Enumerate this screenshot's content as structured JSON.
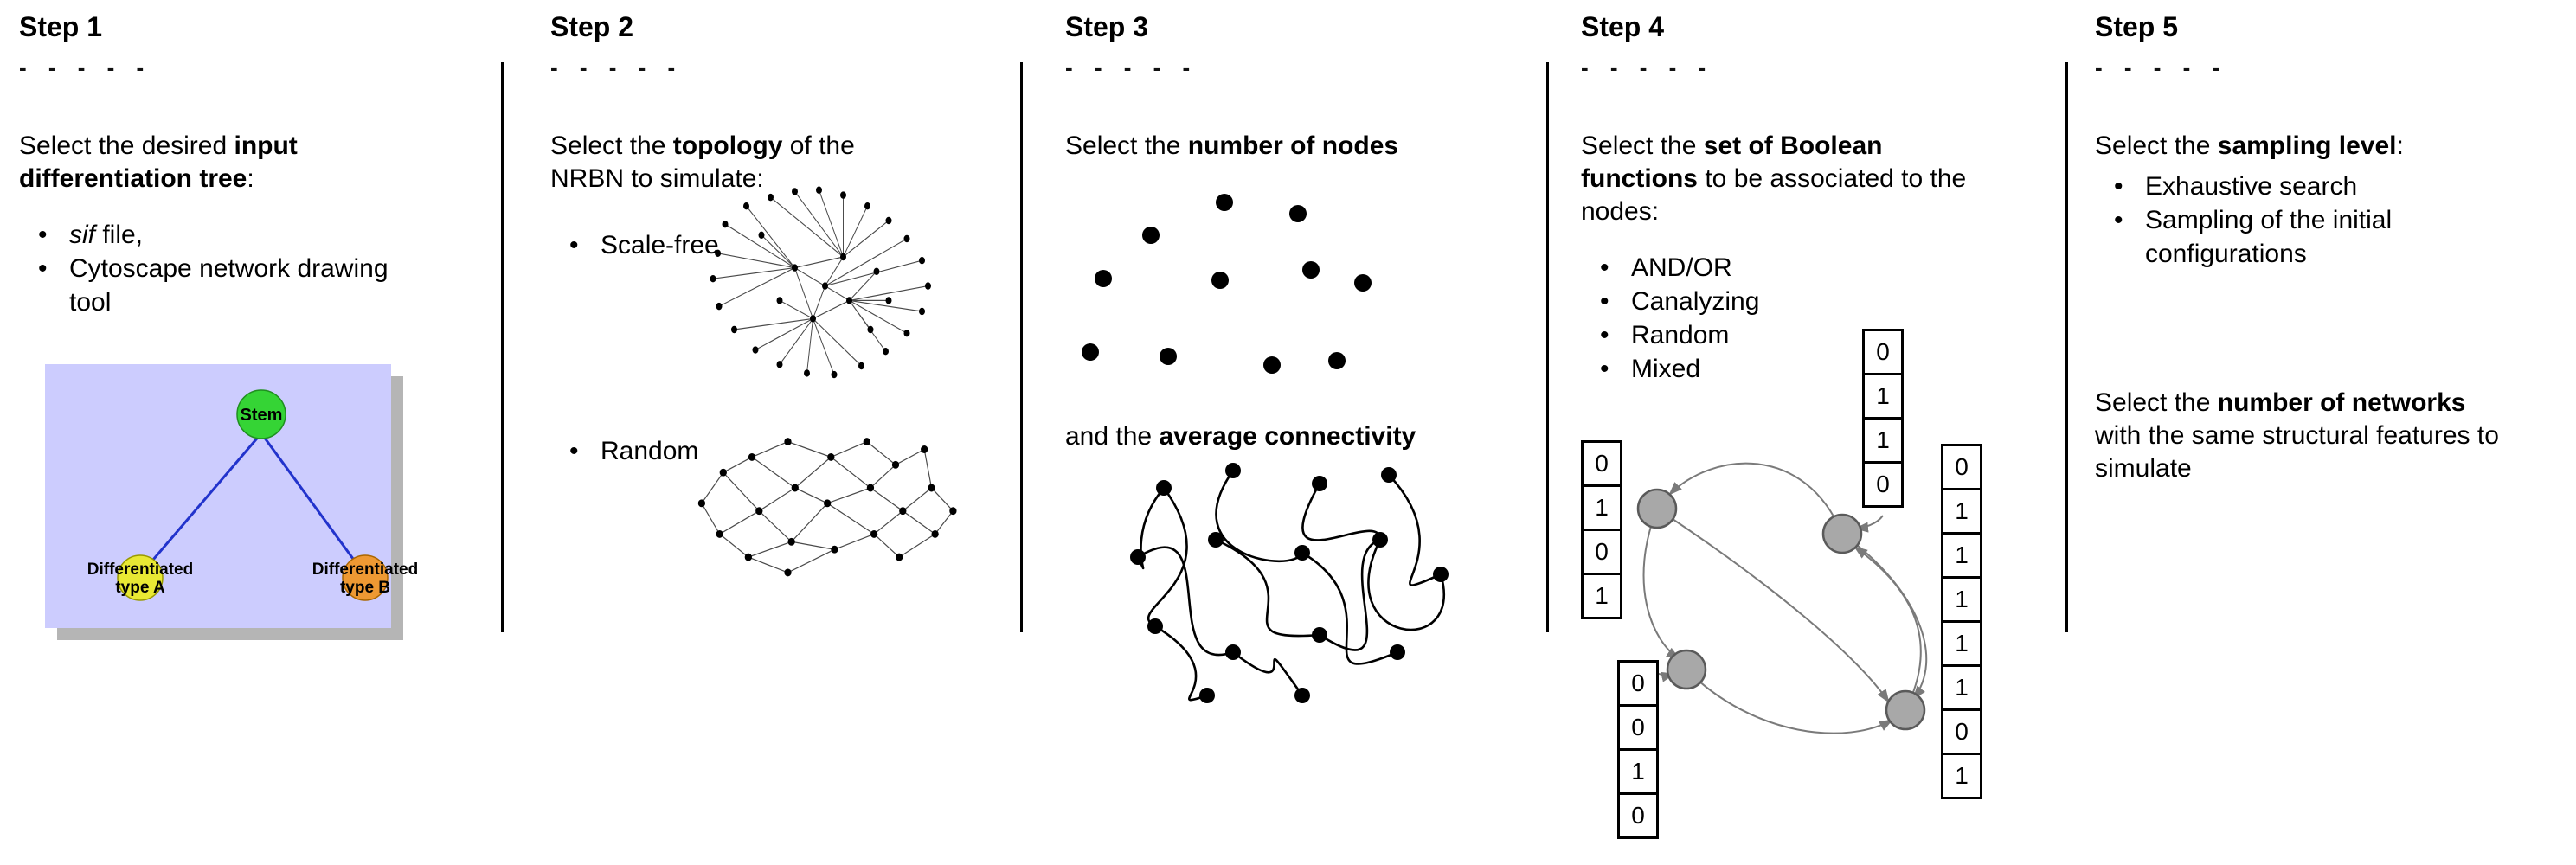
{
  "colors": {
    "tree_background": "#ccccfe",
    "tree_shadow": "#b5b5b5",
    "stem_node": "#35d435",
    "type_a_node": "#e8e834",
    "type_b_node": "#ee9933",
    "tree_edge": "#2233cc",
    "boolean_node_fill": "#a8a8a8",
    "boolean_node_stroke": "#5a5a5a",
    "arrow": "#7a7a7a"
  },
  "step1": {
    "title": "Step 1",
    "dashes": "- - - - -",
    "intro": {
      "pre": "Select the desired ",
      "bold": "input differentiation tree",
      "post": ":"
    },
    "bullet1_italic": "sif",
    "bullet1_rest": " file,",
    "bullet2": "Cytoscape network drawing tool",
    "tree": {
      "stem": "Stem",
      "a_line1": "Differentiated",
      "a_line2": "type A",
      "b_line1": "Differentiated",
      "b_line2": "type B"
    }
  },
  "step2": {
    "title": "Step 2",
    "dashes": "- - - - -",
    "intro": {
      "pre": "Select the ",
      "bold": "topology",
      "post": " of the NRBN to simulate:"
    },
    "bullets": [
      "Scale-free",
      "Random"
    ]
  },
  "step3": {
    "title": "Step 3",
    "dashes": "- - - - -",
    "line1": {
      "pre": "Select the ",
      "bold": "number of nodes",
      "post": ""
    },
    "line2": {
      "pre": "and the ",
      "bold": "average connectivity",
      "post": ""
    }
  },
  "step4": {
    "title": "Step 4",
    "dashes": "- - - - -",
    "intro": {
      "pre": "Select the ",
      "bold": "set of Boolean functions",
      "post": " to be associated to the nodes:"
    },
    "bullets": [
      "AND/OR",
      "Canalyzing",
      "Random",
      "Mixed"
    ],
    "tables": {
      "left": [
        "0",
        "1",
        "0",
        "1"
      ],
      "top": [
        "0",
        "1",
        "1",
        "0"
      ],
      "bottom": [
        "0",
        "0",
        "1",
        "0"
      ],
      "right": [
        "0",
        "1",
        "1",
        "1",
        "1",
        "1",
        "0",
        "1"
      ]
    }
  },
  "step5": {
    "title": "Step 5",
    "dashes": "- - - - -",
    "intro": {
      "pre": "Select the ",
      "bold": "sampling level",
      "post": ":"
    },
    "bullets": [
      "Exhaustive search",
      "Sampling of the initial configurations"
    ],
    "para2": {
      "pre": "Select the ",
      "bold": "number of networks",
      "post": " with the same structural features to simulate"
    }
  }
}
